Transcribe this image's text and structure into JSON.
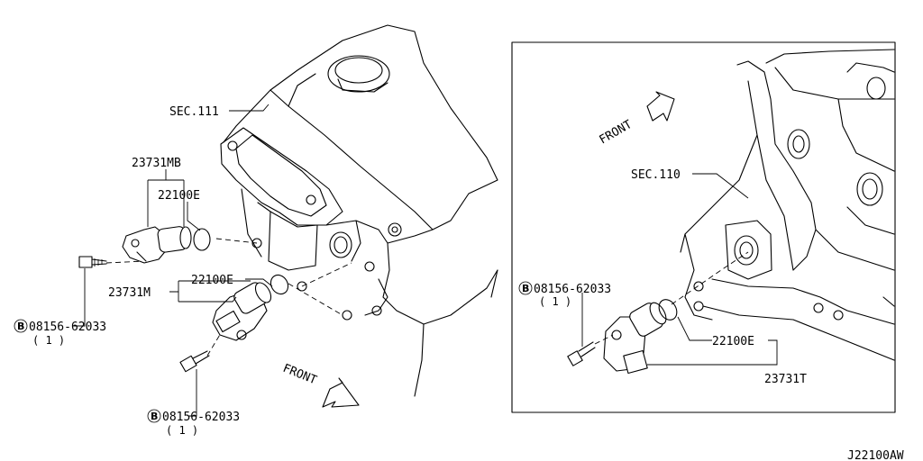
{
  "diagram": {
    "labels": {
      "sec111": "SEC.111",
      "part_23731MB": "23731MB",
      "part_22100E_top": "22100E",
      "part_22100E_mid": "22100E",
      "part_23731M": "23731M",
      "bolt_left_number": "08156-62033",
      "bolt_left_qty": "( 1 )",
      "bolt_bottom_number": "08156-62033",
      "bolt_bottom_qty": "( 1 )",
      "front_left": "FRONT",
      "inset_front": "FRONT",
      "inset_sec110": "SEC.110",
      "inset_bolt_number": "08156-62033",
      "inset_bolt_qty": "( 1 )",
      "inset_22100E": "22100E",
      "inset_23731T": "23731T",
      "footer_code": "J22100AW"
    },
    "bolt_badge": "B"
  }
}
